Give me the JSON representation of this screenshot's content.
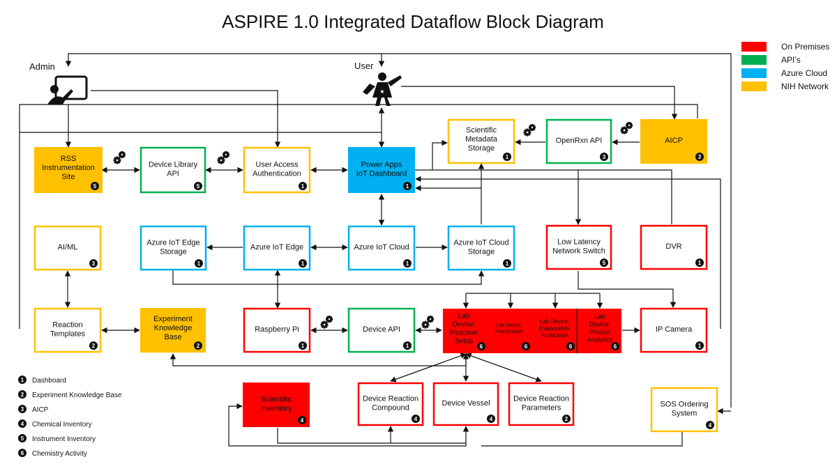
{
  "title": "ASPIRE 1.0 Integrated Dataflow Block Diagram",
  "colors": {
    "on_premises": "#ff0000",
    "apis": "#00b050",
    "azure_cloud": "#00b0f0",
    "nih_network": "#ffc000"
  },
  "legend": [
    {
      "label": "On Premises",
      "color": "#ff0000"
    },
    {
      "label": "API’s",
      "color": "#00b050"
    },
    {
      "label": "Azure Cloud",
      "color": "#00b0f0"
    },
    {
      "label": "NIH Network",
      "color": "#ffc000"
    }
  ],
  "actors": {
    "admin": "Admin",
    "user": "User"
  },
  "nodes": {
    "rss": {
      "lines": [
        "RSS",
        "Instrumentation",
        "Site"
      ],
      "badge": "5"
    },
    "device_library_api": {
      "lines": [
        "Device Library",
        "API"
      ],
      "badge": "5"
    },
    "user_access": {
      "lines": [
        "User Access",
        "Authentication"
      ],
      "badge": "1"
    },
    "power_apps": {
      "lines": [
        "Power Apps",
        "IoT Dashboard"
      ],
      "badge": "1"
    },
    "scientific_metadata": {
      "lines": [
        "Scientific",
        "Metadata",
        "Storage"
      ],
      "badge": "1"
    },
    "openrxn": {
      "lines": [
        "OpenRxn API"
      ],
      "badge": "3"
    },
    "aicp": {
      "lines": [
        "AICP"
      ],
      "badge": "3"
    },
    "aiml": {
      "lines": [
        "AI/ML"
      ],
      "badge": "3"
    },
    "azure_edge_storage": {
      "lines": [
        "Azure IoT Edge",
        "Storage"
      ],
      "badge": "1"
    },
    "azure_edge": {
      "lines": [
        "Azure IoT Edge"
      ],
      "badge": "1"
    },
    "azure_cloud": {
      "lines": [
        "Azure IoT Cloud"
      ],
      "badge": "1"
    },
    "azure_cloud_storage": {
      "lines": [
        "Azure IoT Cloud",
        "Storage"
      ],
      "badge": "1"
    },
    "low_latency": {
      "lines": [
        "Low Latency",
        "Network Switch"
      ],
      "badge": "5"
    },
    "dvr": {
      "lines": [
        "DVR"
      ],
      "badge": "1"
    },
    "reaction_templates": {
      "lines": [
        "Reaction",
        "Templates"
      ],
      "badge": "2"
    },
    "experiment_kb": {
      "lines": [
        "Experiment",
        "Knowledge",
        "Base"
      ],
      "badge": "2"
    },
    "raspberry_pi": {
      "lines": [
        "Raspberry Pi"
      ],
      "badge": "1"
    },
    "device_api": {
      "lines": [
        "Device API"
      ],
      "badge": "1"
    },
    "lab_reaction": {
      "lines": [
        "Lab",
        "Device:",
        "Reaction",
        "Setup"
      ],
      "badge": "6"
    },
    "lab_fractionation": {
      "lines": [
        "Lab Device:",
        "Fractionation"
      ],
      "badge": "6"
    },
    "lab_evaporation": {
      "lines": [
        "Lab Device:",
        "Evaporation",
        "Purification"
      ],
      "badge": "6"
    },
    "lab_analytics": {
      "lines": [
        "Lab",
        "Device:",
        "Product",
        "Analytics"
      ],
      "badge": "6"
    },
    "ip_camera": {
      "lines": [
        "IP Camera"
      ],
      "badge": "1"
    },
    "scientific_inventory": {
      "lines": [
        "Scientific",
        "Inventory"
      ],
      "badge": "4"
    },
    "device_reaction_compound": {
      "lines": [
        "Device Reaction",
        "Compound"
      ],
      "badge": "4"
    },
    "device_vessel": {
      "lines": [
        "Device Vessel"
      ],
      "badge": "4"
    },
    "device_reaction_parameters": {
      "lines": [
        "Device Reaction",
        "Parameters"
      ],
      "badge": "2"
    },
    "sos_ordering": {
      "lines": [
        "SOS Ordering",
        "System"
      ],
      "badge": "4"
    }
  },
  "key": [
    {
      "num": "1",
      "label": "Dashboard"
    },
    {
      "num": "2",
      "label": "Experiment Knowledge Base"
    },
    {
      "num": "3",
      "label": "AICP"
    },
    {
      "num": "4",
      "label": "Chemical Inventory"
    },
    {
      "num": "5",
      "label": "Instrument Inventory"
    },
    {
      "num": "6",
      "label": "Chemistry Activity"
    }
  ]
}
